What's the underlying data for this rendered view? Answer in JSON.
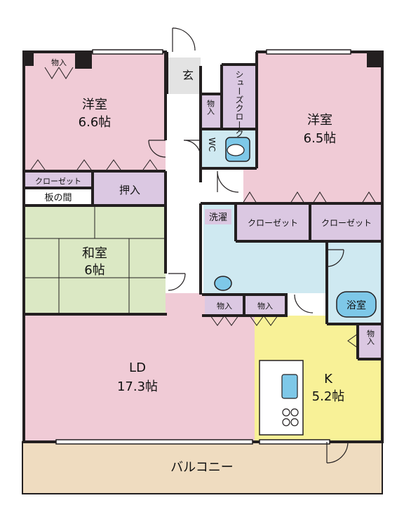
{
  "rooms": {
    "western_nw": {
      "name": "洋室",
      "size": "6.6帖"
    },
    "western_ne": {
      "name": "洋室",
      "size": "6.5帖"
    },
    "washitsu": {
      "name": "和室",
      "size": "6帖"
    },
    "ld": {
      "name": "LD",
      "size": "17.3帖"
    },
    "kitchen": {
      "name": "K",
      "size": "5.2帖"
    },
    "balcony": {
      "name": "バルコニー"
    }
  },
  "labels": {
    "genkan": "玄",
    "shoes_cloak": "シューズクローク",
    "wc": "WC",
    "storage": "物入",
    "closet": "クローゼット",
    "board_floor": "板の間",
    "oshiire": "押入",
    "laundry": "洗濯",
    "bath": "浴室"
  },
  "colors": {
    "wall": "#231f20",
    "pink": "#f0cbd6",
    "green": "#dbe8c4",
    "blue": "#cfe9f1",
    "yellow": "#f8f197",
    "balcony": "#efdcc0",
    "corridor": "#ffffff",
    "genkan": "#e3e3e3",
    "purple": "#dbc8e2",
    "fixture_blue": "#7ec8e8"
  }
}
